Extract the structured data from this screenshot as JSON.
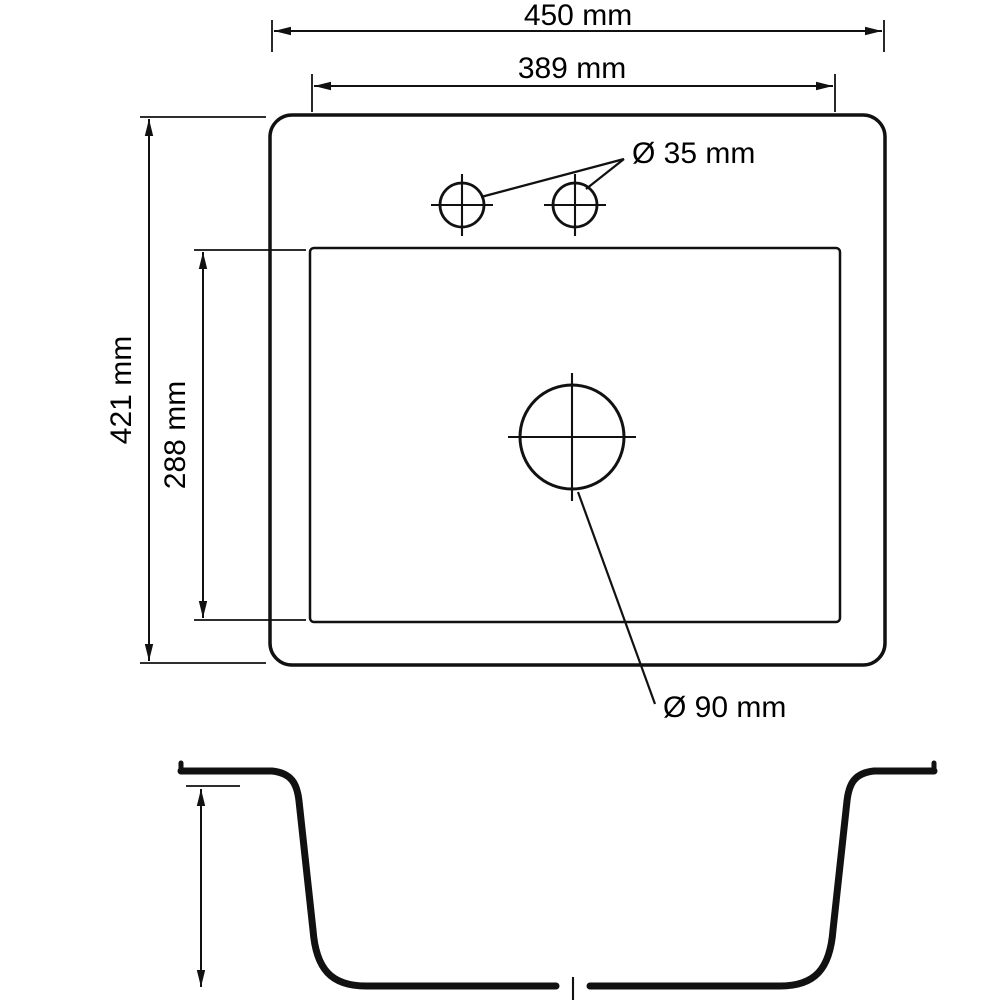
{
  "diagram": {
    "type": "sink-technical-drawing",
    "line_color": "#111111",
    "background": "#ffffff",
    "labels": {
      "outer_width": "450 mm",
      "inner_width": "389 mm",
      "outer_depth": "421 mm",
      "inner_depth": "288 mm",
      "tap_hole_diameter": "Ø 35 mm",
      "drain_diameter": "Ø 90 mm"
    }
  }
}
